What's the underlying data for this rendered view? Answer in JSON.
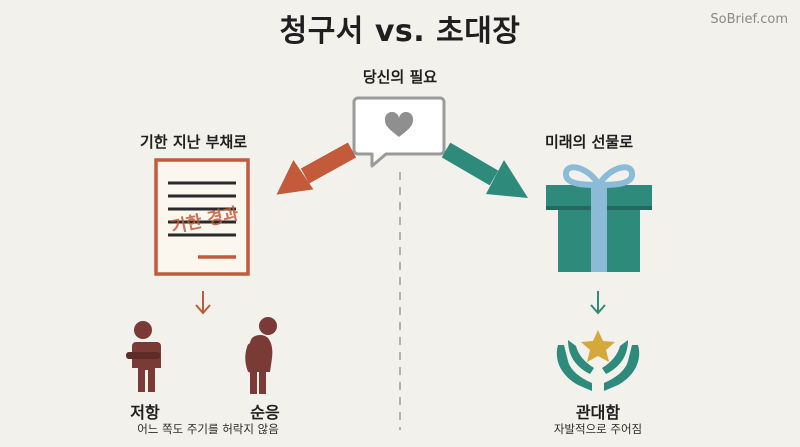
{
  "title": "청구서 vs. 초대장",
  "brand": "SoBrief.com",
  "center": {
    "label": "당신의 필요",
    "icon": "speech-bubble-heart-icon"
  },
  "left": {
    "heading": "기한 지난 부채로",
    "stamp": "기한 경과",
    "icon": "overdue-bill-document-icon",
    "outcomes": [
      {
        "label": "저항",
        "icon": "arms-crossed-person-icon"
      },
      {
        "label": "순응",
        "icon": "slumped-person-icon"
      }
    ],
    "caption": "어느 쪽도 주기를 허락지 않음"
  },
  "right": {
    "heading": "미래의 선물로",
    "icon": "gift-box-icon",
    "outcome": {
      "label": "관대함",
      "icon": "open-hands-star-icon"
    },
    "caption": "자발적으로 주어짐"
  },
  "colors": {
    "background": "#f3f1ec",
    "debt": "#c35a3a",
    "gift": "#2e8a7a",
    "ribbon": "#8bbbd6",
    "person": "#7a3b37",
    "star": "#d4a93a",
    "bubble": "#9a9a9a"
  }
}
